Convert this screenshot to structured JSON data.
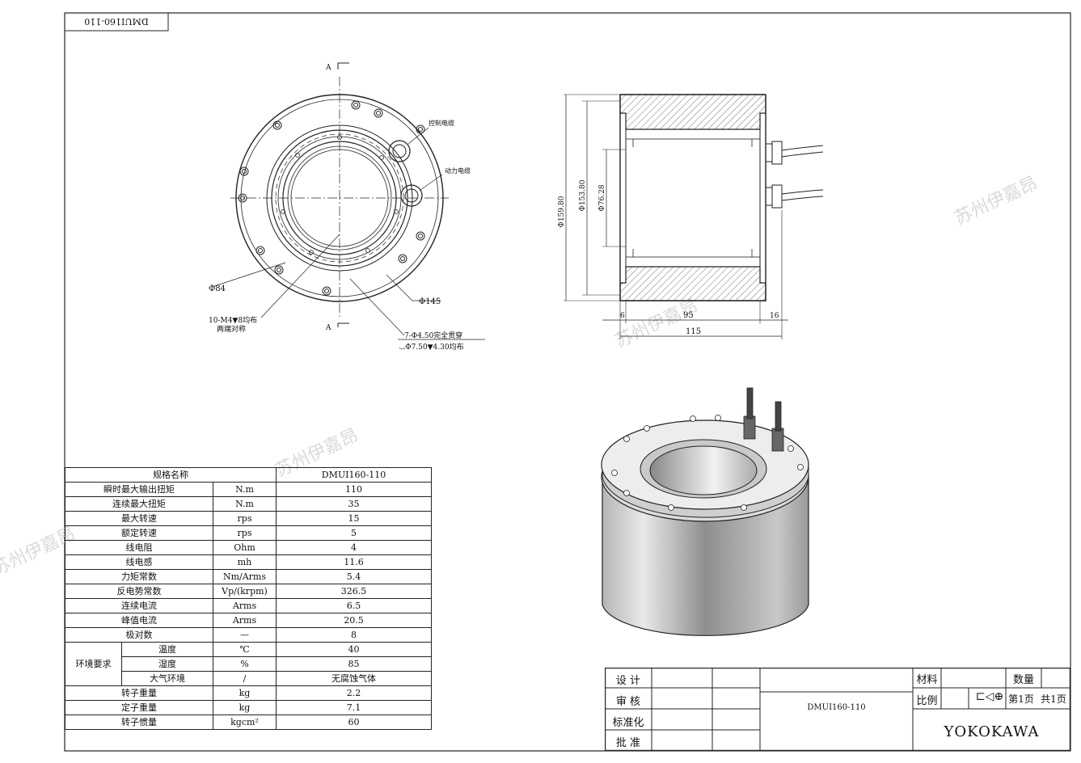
{
  "sheet": {
    "code_box": "DMUI160-110",
    "watermark": "苏州伊嘉昂"
  },
  "front_view": {
    "section_label_top": "A",
    "section_label_bottom": "A",
    "label_control_cable": "控制电缆",
    "label_power_cable": "动力电缆",
    "dim_inner": "Φ84",
    "dim_outer": "Φ145",
    "note_threads_1": "10-M4▼8均布",
    "note_threads_2": "两端对称",
    "note_holes_1": "7-Φ4.50完全贯穿",
    "note_holes_2": "⌴Φ7.50▼4.30均布"
  },
  "side_view": {
    "dim_d1": "Φ159.80",
    "dim_d2": "Φ153.80",
    "dim_d3": "Φ76.28",
    "dim_left": "6",
    "dim_mid": "95",
    "dim_right": "16",
    "dim_total": "115"
  },
  "spec_table": {
    "header_name": "规格名称",
    "header_model": "DMUI160-110",
    "env_group": "环境要求",
    "rows": [
      {
        "name": "瞬时最大输出扭矩",
        "unit": "N.m",
        "value": "110"
      },
      {
        "name": "连续最大扭矩",
        "unit": "N.m",
        "value": "35"
      },
      {
        "name": "最大转速",
        "unit": "rps",
        "value": "15"
      },
      {
        "name": "额定转速",
        "unit": "rps",
        "value": "5"
      },
      {
        "name": "线电阻",
        "unit": "Ohm",
        "value": "4"
      },
      {
        "name": "线电感",
        "unit": "mh",
        "value": "11.6"
      },
      {
        "name": "力矩常数",
        "unit": "Nm/Arms",
        "value": "5.4"
      },
      {
        "name": "反电势常数",
        "unit": "Vp/(krpm)",
        "value": "326.5"
      },
      {
        "name": "连续电流",
        "unit": "Arms",
        "value": "6.5"
      },
      {
        "name": "峰值电流",
        "unit": "Arms",
        "value": "20.5"
      },
      {
        "name": "极对数",
        "unit": "—",
        "value": "8"
      }
    ],
    "env_rows": [
      {
        "name": "温度",
        "unit": "℃",
        "value": "40"
      },
      {
        "name": "湿度",
        "unit": "%",
        "value": "85"
      },
      {
        "name": "大气环境",
        "unit": "/",
        "value": "无腐蚀气体"
      }
    ],
    "tail_rows": [
      {
        "name": "转子重量",
        "unit": "kg",
        "value": "2.2"
      },
      {
        "name": "定子重量",
        "unit": "kg",
        "value": "7.1"
      },
      {
        "name": "转子惯量",
        "unit": "kgcm²",
        "value": "60"
      }
    ]
  },
  "title_block": {
    "design": "设 计",
    "review": "审 核",
    "standard": "标准化",
    "approve": "批 准",
    "material": "材料",
    "quantity": "数量",
    "scale": "比例",
    "page": "第1页",
    "pages_total": "共1页",
    "drawing_no": "DMUI160-110",
    "company": "YOKOKAWA"
  }
}
